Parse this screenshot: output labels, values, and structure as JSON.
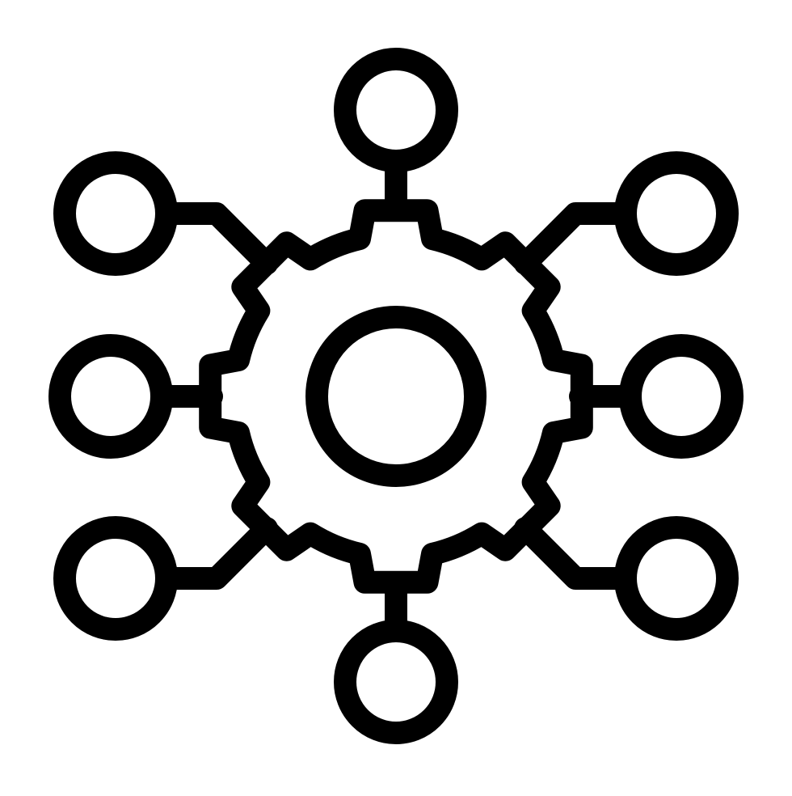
{
  "icon": {
    "name": "gear-network-icon",
    "stroke_color": "#000000",
    "background_color": "#ffffff",
    "center": "gear-icon",
    "node_count": 8,
    "nodes": [
      "node-top",
      "node-upper-right",
      "node-middle-right",
      "node-lower-right",
      "node-bottom",
      "node-lower-left",
      "node-middle-left",
      "node-upper-left"
    ]
  }
}
